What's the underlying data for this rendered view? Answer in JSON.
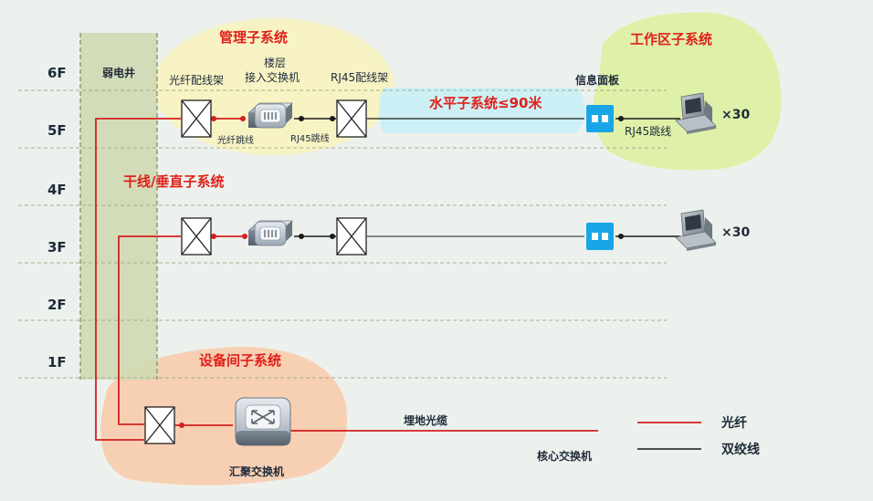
{
  "floors": [
    "6F",
    "5F",
    "4F",
    "3F",
    "2F",
    "1F"
  ],
  "shaft_label": "弱电井",
  "zones": {
    "management": "管理子系统",
    "work_area": "工作区子系统",
    "horizontal": "水平子系统≤90米",
    "backbone": "干线/垂直子系统",
    "equipment_room": "设备间子系统"
  },
  "labels": {
    "fiber_panel": "光纤配线架",
    "floor_switch_line1": "楼层",
    "floor_switch_line2": "接入交换机",
    "rj45_panel": "RJ45配线架",
    "info_panel": "信息面板",
    "fiber_jumper": "光纤跳线",
    "rj45_jumper_small": "RJ45跳线",
    "rj45_jumper": "RJ45跳线",
    "pc_count_5f": "×30",
    "pc_count_3f": "×30",
    "buried_cable": "埋地光缆",
    "core_switch": "核心交换机",
    "aggregation_switch": "汇聚交换机"
  },
  "legend": {
    "fiber": "光纤",
    "twisted_pair": "双绞线"
  },
  "colors": {
    "fiber": "#d42020",
    "twisted_pair": "#1a1a1a",
    "title_red": "#e0201a",
    "shaft": "#cfd9b3",
    "management_zone": "#f8f3c4",
    "horizontal_zone": "#ccf0f6",
    "work_zone": "#dff0a8",
    "equipment_zone": "#f7cfb2",
    "info_panel": "#1aa6e6"
  }
}
